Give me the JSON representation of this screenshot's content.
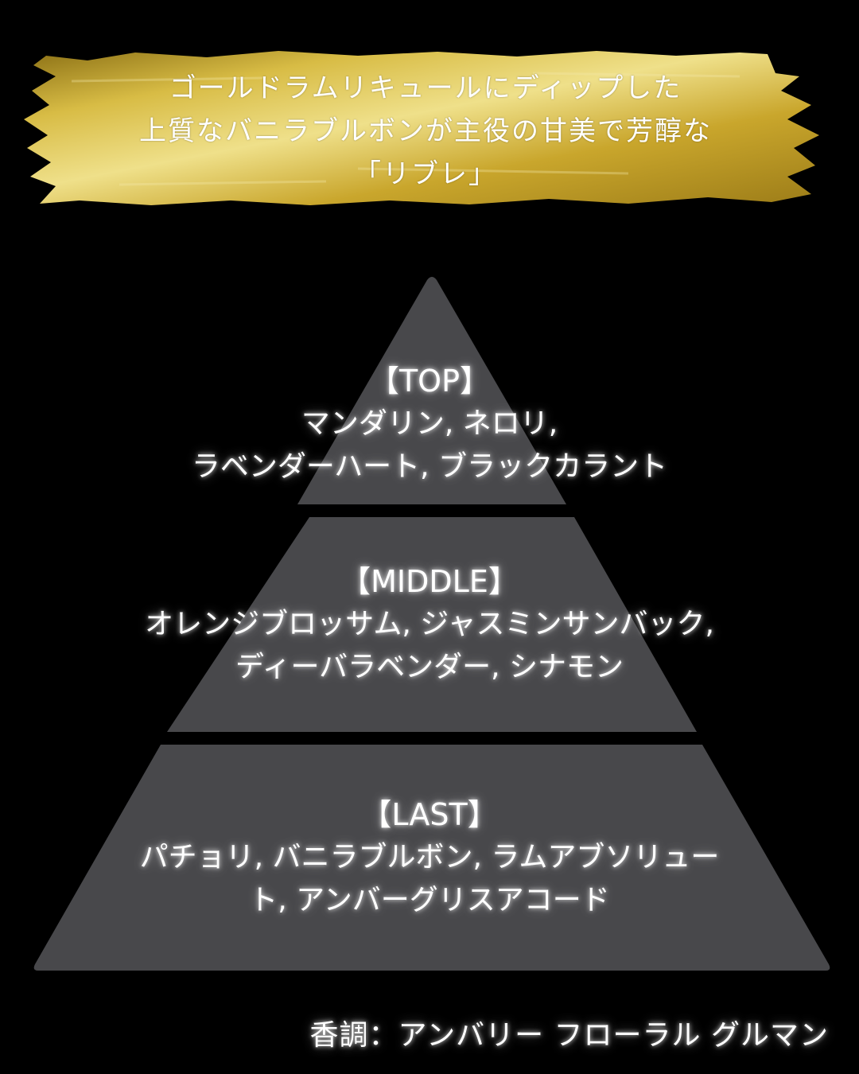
{
  "colors": {
    "background": "#000000",
    "gold_light": "#e9d46a",
    "gold_mid": "#c9a62c",
    "gold_dark": "#8a6f14",
    "tier_fill": "#48484b",
    "text": "#ffffff"
  },
  "banner": {
    "lines": [
      "ゴールドラムリキュールにディップした",
      "上質なバニラブルボンが主役の甘美で芳醇な",
      "「リブレ」"
    ]
  },
  "pyramid": {
    "top": {
      "heading": "【TOP】",
      "lines": [
        "マンダリン, ネロリ,",
        "ラベンダーハート, ブラックカラント"
      ]
    },
    "middle": {
      "heading": "【MIDDLE】",
      "lines": [
        "オレンジブロッサム, ジャスミンサンバック,",
        "ディーバラベンダー, シナモン"
      ]
    },
    "last": {
      "heading": "【LAST】",
      "lines": [
        "パチョリ, バニラブルボン, ラムアブソリュー",
        "ト, アンバーグリスアコード"
      ]
    }
  },
  "footer": {
    "text": "香調：アンバリー フローラル グルマン"
  }
}
